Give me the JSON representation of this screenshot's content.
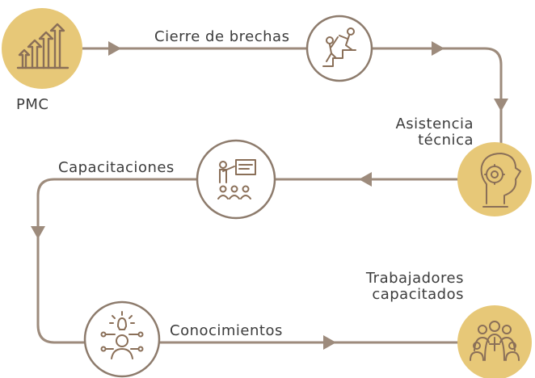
{
  "nodes": {
    "pmc": {
      "label": "PMC",
      "icon": "bar-chart-up-arrows-icon"
    },
    "cierre": {
      "label": "Cierre de brechas",
      "icon": "helping-hand-climb-icon"
    },
    "asistencia": {
      "label_line1": "Asistencia",
      "label_line2": "técnica",
      "icon": "head-gear-wrench-icon"
    },
    "capacitaciones": {
      "label": "Capacitaciones",
      "icon": "presentation-audience-icon"
    },
    "conocimientos": {
      "label": "Conocimientos",
      "icon": "person-idea-network-icon"
    },
    "trabajadores": {
      "label_line1": "Trabajadores",
      "label_line2": "capacitados",
      "icon": "group-of-people-icon"
    }
  },
  "colors": {
    "gold_fill": "#e7c878",
    "line": "#9d8b7c",
    "ring": "#8d7b6c",
    "icon": "#8a6f58",
    "text": "#3c3c3c"
  }
}
